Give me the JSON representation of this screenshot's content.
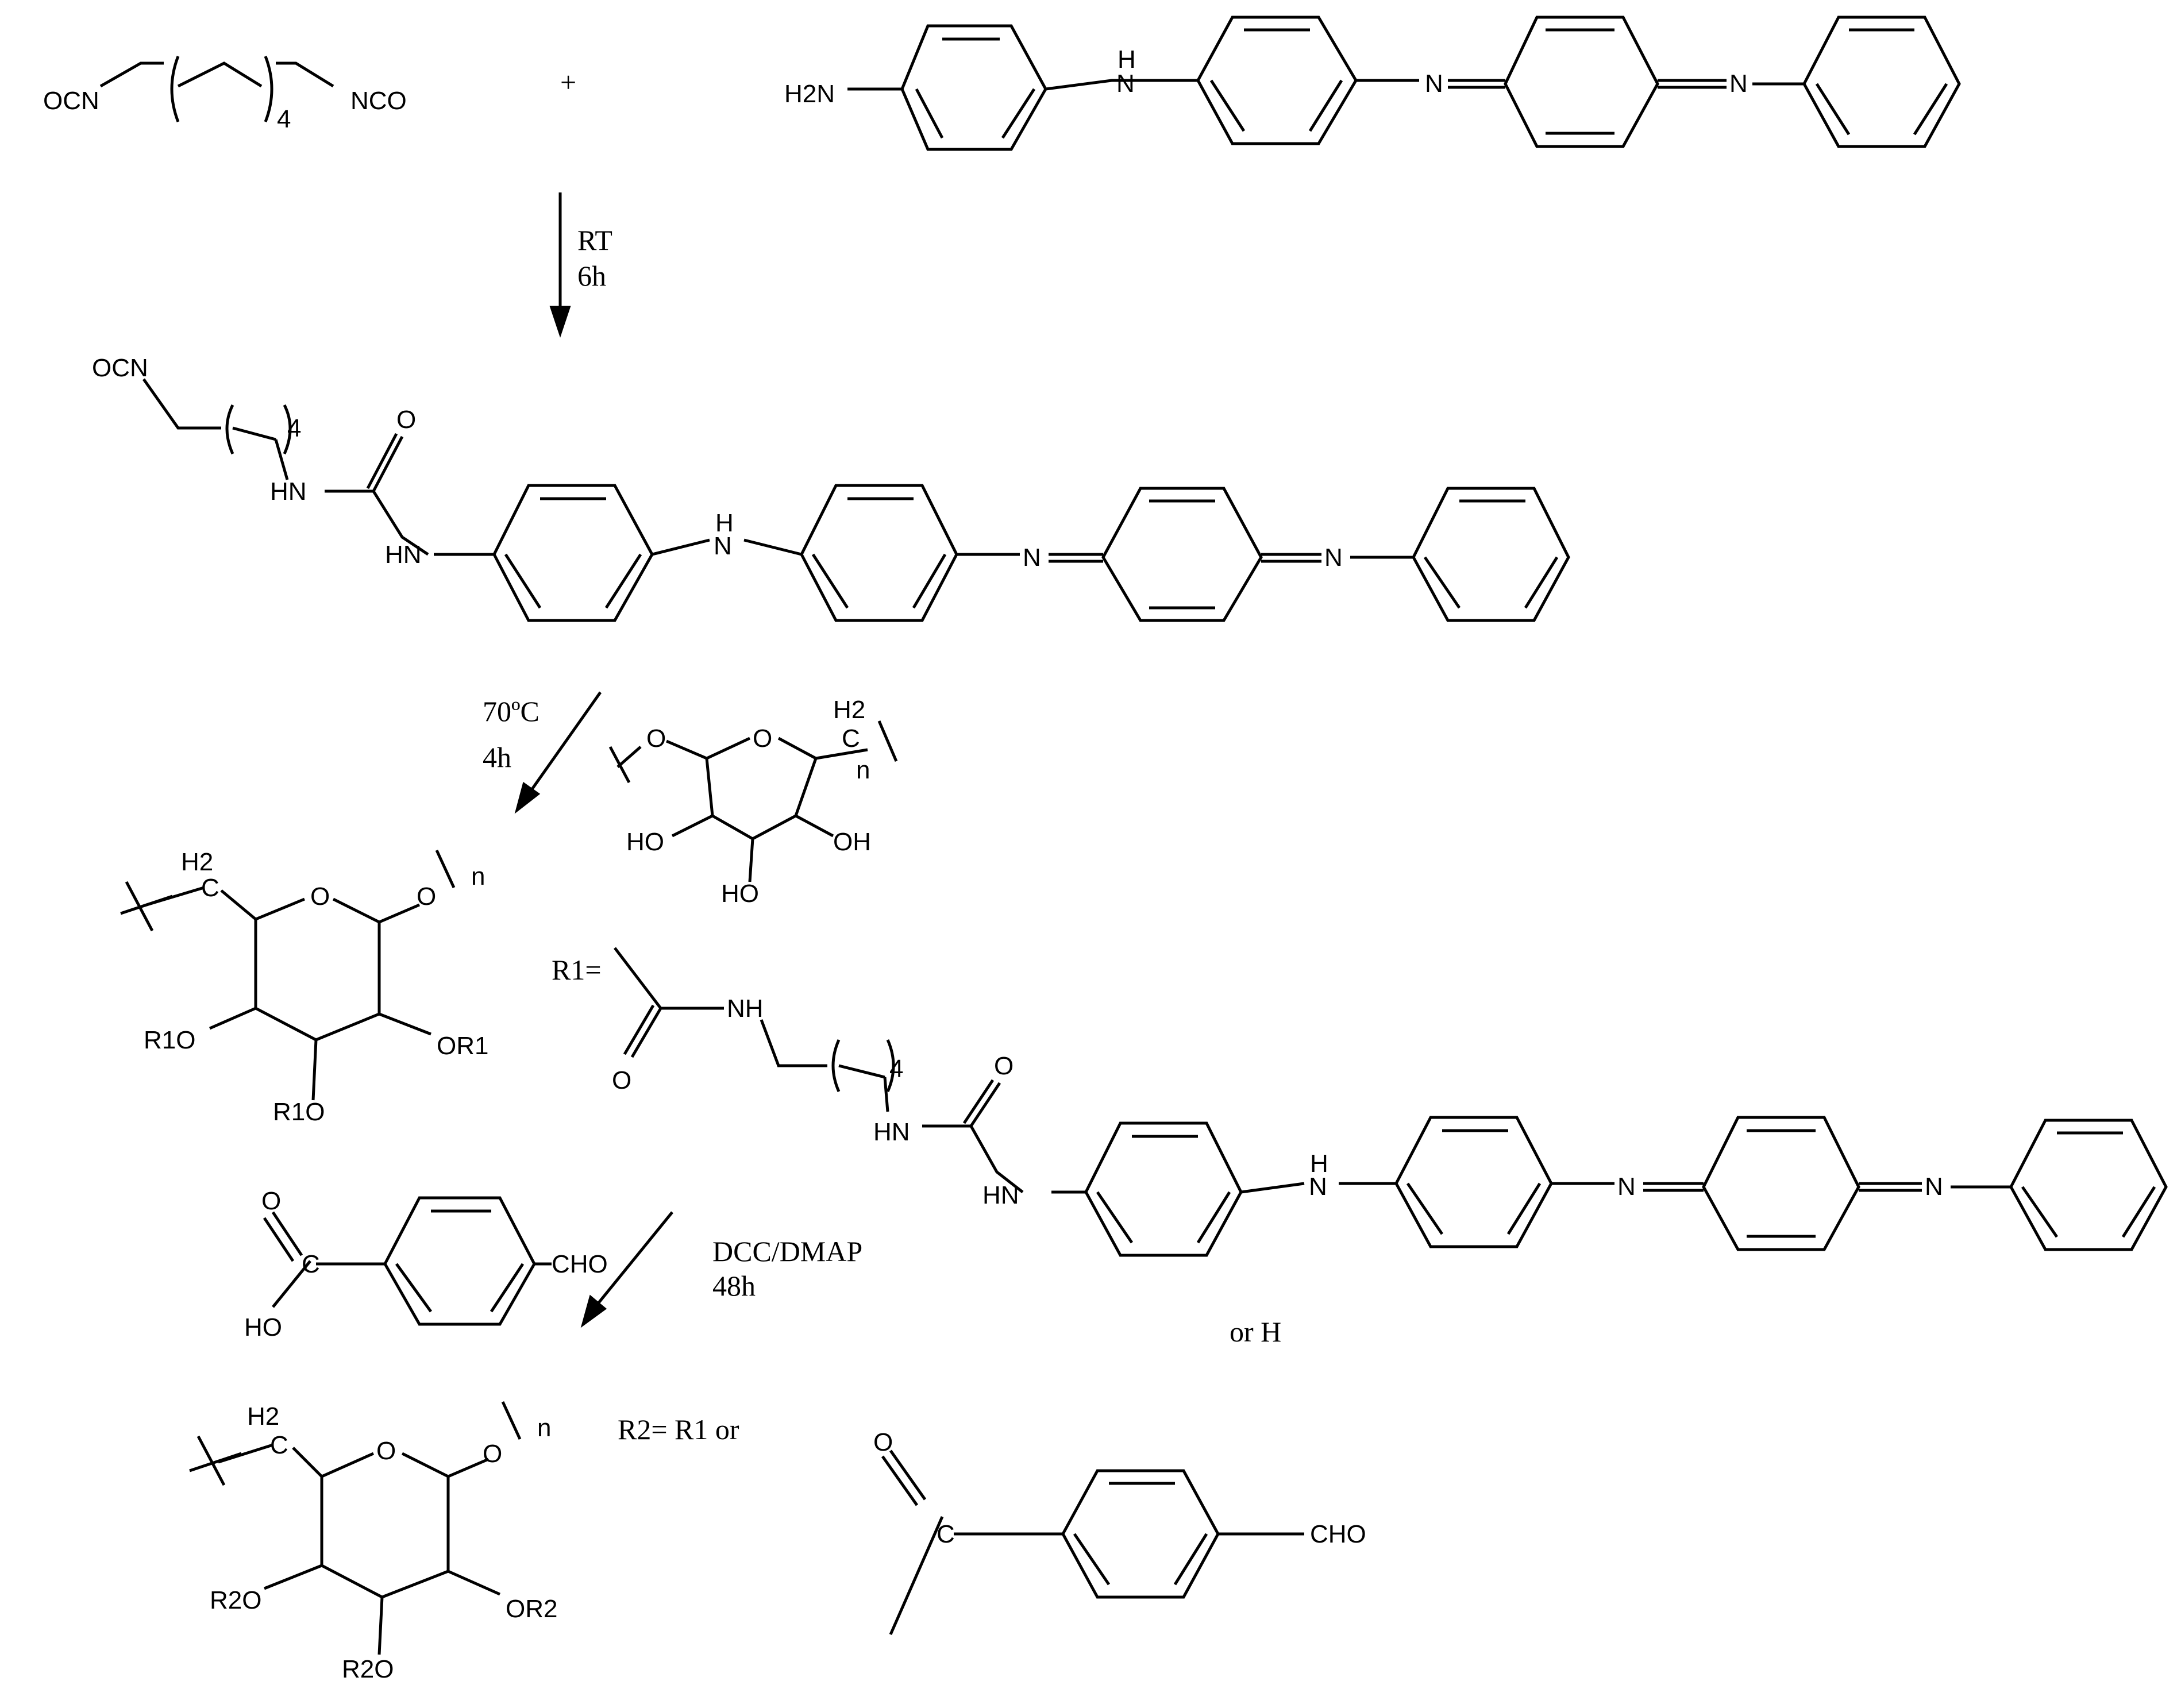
{
  "colors": {
    "ink": "#000000",
    "background": "#ffffff"
  },
  "reagents": {
    "diisocyanate": {
      "left": "OCN",
      "right": "NCO",
      "subscript": "4"
    },
    "plus": "+",
    "emeraldine": {
      "amine": "H2N",
      "nh": "H",
      "n": "N"
    }
  },
  "steps": [
    {
      "line1": "RT",
      "line2": "6h"
    },
    {
      "line1": "70ºC",
      "line2": "4h"
    },
    {
      "line1": "DCC/DMAP",
      "line2": "48h"
    }
  ],
  "intermediate": {
    "ocn": "OCN",
    "count": "4",
    "o": "O",
    "hn": "HN",
    "nh_h": "H",
    "n": "N"
  },
  "dextran": {
    "o": "O",
    "h2": "H2",
    "c": "C",
    "n": "n",
    "oh": "HO",
    "oh_right": "OH"
  },
  "product1": {
    "h2": "H2",
    "c": "C",
    "o": "O",
    "n": "n",
    "r": "R1O",
    "r_right": "OR1"
  },
  "r1_label": "R1=",
  "r1_group": {
    "nh": "NH",
    "o": "O",
    "count": "4",
    "hn": "HN",
    "h": "H",
    "n": "N"
  },
  "or_h": "or H",
  "benzaldehyde_acid": {
    "o": "O",
    "c": "C",
    "oh": "HO",
    "cho": "CHO"
  },
  "product2": {
    "h2": "H2",
    "c": "C",
    "o": "O",
    "n": "n",
    "r": "R2O",
    "r_right": "OR2"
  },
  "r2_label": "R2= R1 or",
  "r2_group": {
    "o": "O",
    "c": "C",
    "cho": "CHO"
  }
}
